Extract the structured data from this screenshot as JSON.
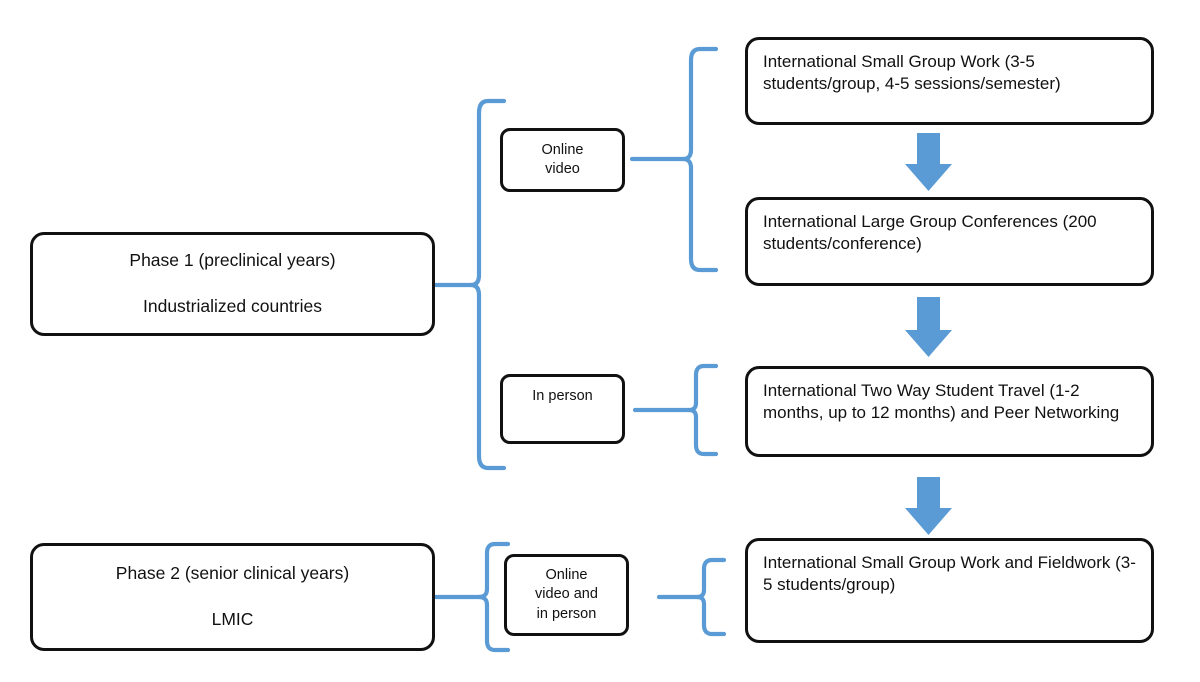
{
  "diagram": {
    "title": "Two-phase international medical education program flow",
    "accent_color": "#5B9BD5",
    "box_border_color": "#111111",
    "background_color": "#FFFFFF"
  },
  "phases": [
    {
      "id": "phase-1",
      "line1": "Phase 1 (preclinical years)",
      "line2": "Industrialized countries"
    },
    {
      "id": "phase-2",
      "line1": "Phase 2 (senior clinical years)",
      "line2": "LMIC"
    }
  ],
  "modalities": [
    {
      "id": "modality-online-video",
      "label": "Online\nvideo"
    },
    {
      "id": "modality-in-person",
      "label": "In person"
    },
    {
      "id": "modality-online-video-and-in-person",
      "label": "Online\nvideo  and\nin person"
    }
  ],
  "activities": [
    {
      "id": "activity-small-group-work",
      "label": "International Small Group Work (3-5 students/group, 4-5 sessions/semester)"
    },
    {
      "id": "activity-large-group-conferences",
      "label": "International Large Group Conferences  (200 students/conference)"
    },
    {
      "id": "activity-two-way-student-travel",
      "label": "International Two Way Student Travel (1-2 months, up to 12 months) and Peer Networking"
    },
    {
      "id": "activity-small-group-fieldwork",
      "label": "International Small Group Work and Fieldwork (3-5 students/group)"
    }
  ],
  "connectors": {
    "braces": [
      "phase1-to-modalities-brace",
      "online-video-to-activities-brace",
      "in-person-to-activity-brace",
      "phase2-to-modality-brace",
      "modality-to-fieldwork-brace"
    ],
    "arrows": [
      "arrow-small-group-to-conferences",
      "arrow-conferences-to-travel",
      "arrow-travel-to-fieldwork"
    ]
  }
}
